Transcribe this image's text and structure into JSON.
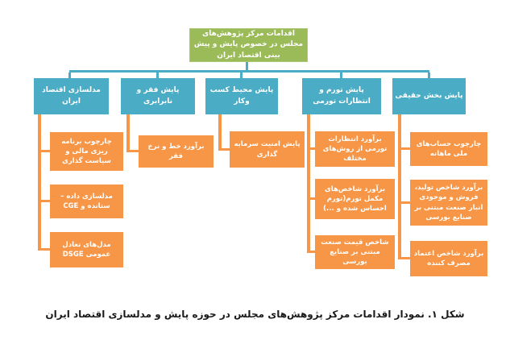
{
  "diagram": {
    "direction": "rtl",
    "colors": {
      "root_green": "#9BBB59",
      "branch_teal": "#4BACC6",
      "leaf_orange": "#F79646",
      "caption_text": "#1a1a1a",
      "background": "#ffffff"
    },
    "root": {
      "label": "اقدامات مرکز پژوهش‌های مجلس در خصوص پایش و پیش بینی اقتصاد ایران"
    },
    "branches": [
      {
        "id": "real-sector-monitoring",
        "label": "پایش بخش حقیقی",
        "children": [
          "چارچوب حساب‌های ملی ماهانه",
          "برآورد شاخص تولید، فروش و موجودی انبار صنعت مبتنی بر صنایع بورسی",
          "برآورد شاخص اعتماد مصرف کننده"
        ]
      },
      {
        "id": "inflation-expectations-monitoring",
        "label": "پایش تورم و انتظارات تورمی",
        "children": [
          "برآورد انتظارات تورمی از روش‌های مختلف",
          "برآورد شاخص‌های مکمل تورم(تورم احساس شده و ...)",
          "شاخص قیمت صنعت مبتنی بر صنایع بورسی"
        ]
      },
      {
        "id": "business-environment-monitoring",
        "label": "پایش محیط کسب وکار",
        "children": [
          "پایش امنیت سرمایه گذاری"
        ]
      },
      {
        "id": "poverty-inequality-monitoring",
        "label": "پایش فقر و نابرابری",
        "children": [
          "برآورد خط و نرخ فقر"
        ]
      },
      {
        "id": "iran-economy-modeling",
        "label": "مدلسازی اقتصاد ایران",
        "children": [
          "چارچوب برنامه ریزی مالی و سیاست گذاری",
          "مدلسازی داده – ستانده و CGE",
          "مدل‌های تعادل عمومی DSGE"
        ]
      }
    ],
    "caption": "شکل ۱. نمودار اقدامات مرکز پژوهش‌های مجلس در حوزه پایش و مدلسازی اقتصاد ایران"
  }
}
